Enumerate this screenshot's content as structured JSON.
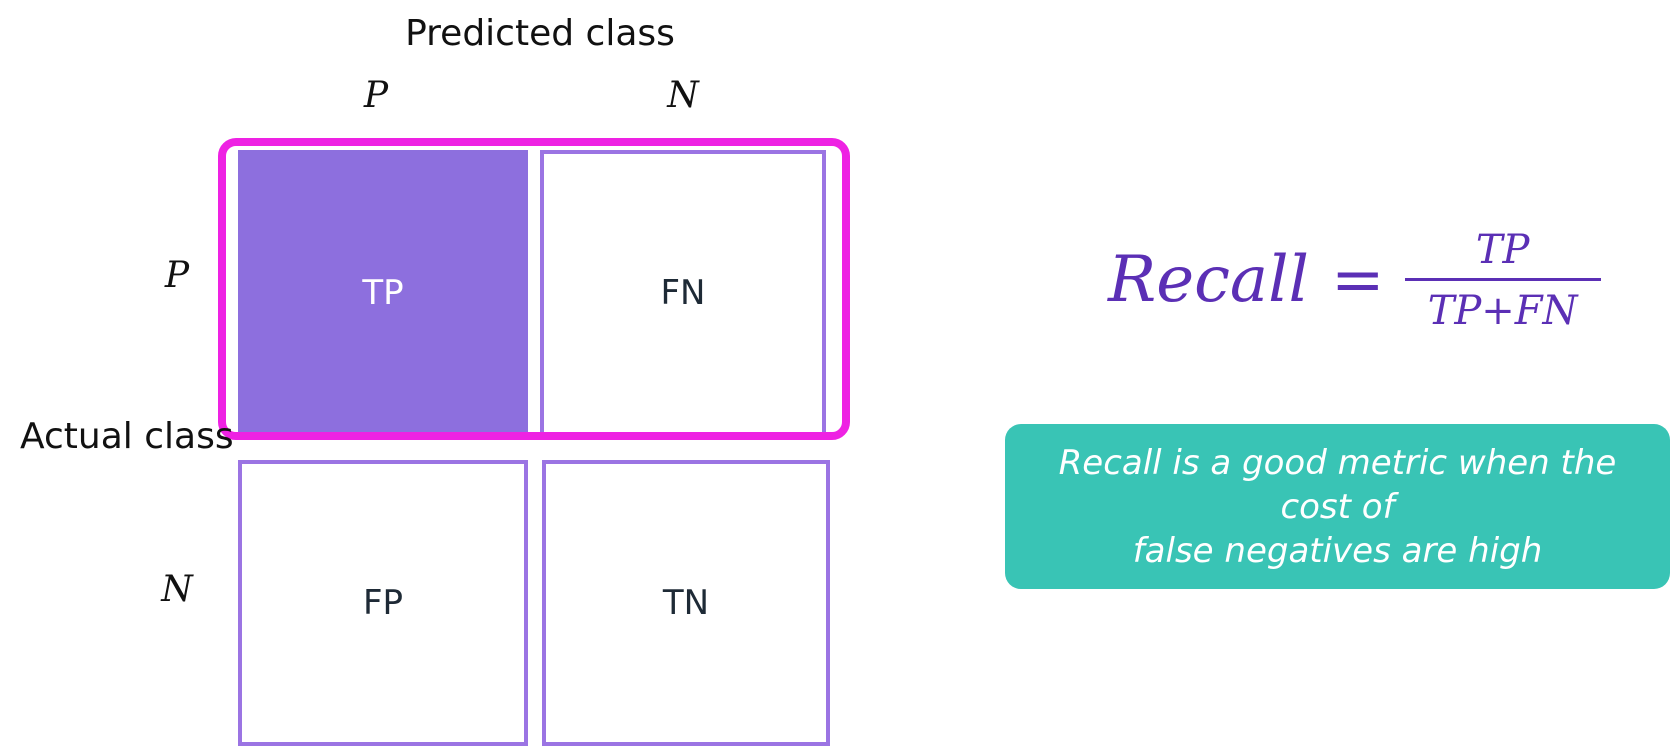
{
  "matrix": {
    "predicted_title": "Predicted class",
    "actual_title": "Actual class",
    "col_labels": [
      "P",
      "N"
    ],
    "row_labels": [
      "P",
      "N"
    ],
    "cells": {
      "tp": "TP",
      "fn": "FN",
      "fp": "FP",
      "tn": "TN"
    },
    "highlight_color": "#ee22e3",
    "tp_fill_color": "#8d6fde",
    "cell_border_color": "#9b74e3"
  },
  "formula": {
    "lhs": "Recall",
    "equals": "=",
    "numerator": "TP",
    "denominator": "TP+FN",
    "color": "#5b2fb5"
  },
  "note": {
    "text": "Recall is a good metric when the cost of\nfalse negatives are high",
    "background": "#39c4b5"
  }
}
